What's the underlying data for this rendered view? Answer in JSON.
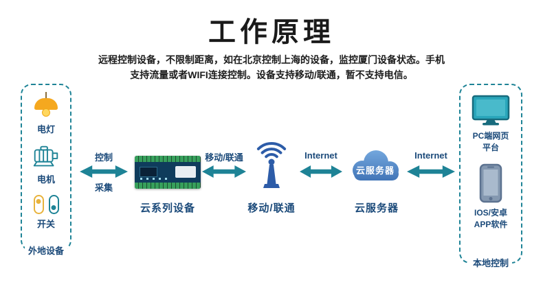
{
  "colors": {
    "teal": "#1e8396",
    "navy": "#1b4a7a",
    "cloud-blue": "#4a86c9",
    "antenna-blue": "#2d5ca8",
    "lamp-yellow": "#f5a81f",
    "text-dark": "#1a1a1a"
  },
  "header": {
    "title": "工作原理",
    "description_line1": "远程控制设备，不限制距离，如在北京控制上海的设备，监控厦门设备状态。手机",
    "description_line2": "支持流量或者WIFI连接控制。设备支持移动/联通，暂不支持电信。"
  },
  "remote_panel": {
    "title": "外地设备",
    "items": [
      {
        "label": "电灯",
        "icon": "lamp-icon"
      },
      {
        "label": "电机",
        "icon": "motor-icon"
      },
      {
        "label": "开关",
        "icon": "switch-icon"
      }
    ]
  },
  "links": {
    "link1": {
      "top": "控制",
      "bottom": "采集"
    },
    "link2": {
      "label": "移动/联通"
    },
    "link3": {
      "label": "Internet"
    },
    "link4": {
      "label": "Internet"
    }
  },
  "nodes": {
    "device": {
      "label": "云系列设备",
      "icon": "controller-board-image"
    },
    "antenna": {
      "label": "移动/联通",
      "icon": "signal-tower-icon"
    },
    "cloud": {
      "label": "云服务器",
      "badge": "云服务器",
      "icon": "cloud-icon"
    }
  },
  "local_panel": {
    "title": "本地控制",
    "items": [
      {
        "label_line1": "PC端网页",
        "label_line2": "平台",
        "icon": "pc-monitor-icon"
      },
      {
        "label_line1": "IOS/安卓",
        "label_line2": "APP软件",
        "icon": "smartphone-icon"
      }
    ]
  }
}
